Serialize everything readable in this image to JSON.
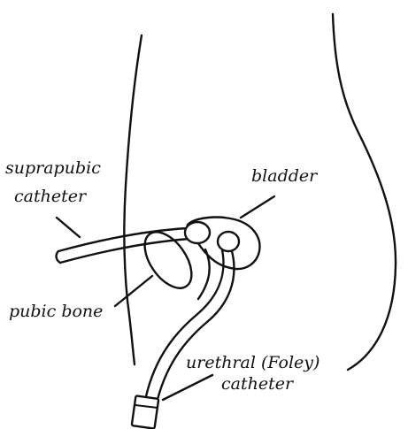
{
  "labels": {
    "suprapubic_line1": "suprapubic",
    "suprapubic_line2": "catheter",
    "bladder": "bladder",
    "pubic_bone": "pubic bone",
    "urethral_line1": "urethral (Foley)",
    "urethral_line2": "catheter"
  }
}
